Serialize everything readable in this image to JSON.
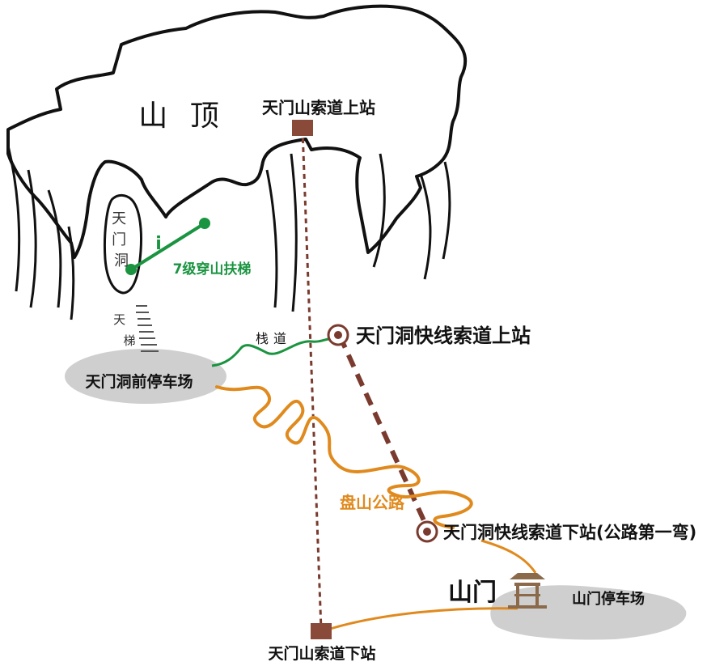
{
  "map": {
    "summit": "山 顶",
    "upper_station": "天门山索道上站",
    "lower_station": "天门山索道下站",
    "cave": "天门洞",
    "stairs": "天梯",
    "escalator": "7级穿山扶梯",
    "plank_road": "栈道",
    "cave_parking": "天门洞前停车场",
    "express_upper": "天门洞快线索道上站",
    "express_lower": "天门洞快线索道下站(公路第一弯)",
    "winding_road": "盘山公路",
    "gate": "山门",
    "gate_parking": "山门停车场",
    "info_marker": "i"
  },
  "colors": {
    "outline": "#111111",
    "cable": "#7a3b2e",
    "station_box": "#8a4a3a",
    "road": "#e08a1e",
    "green": "#1a9440",
    "parking": "#cfcfcf"
  }
}
